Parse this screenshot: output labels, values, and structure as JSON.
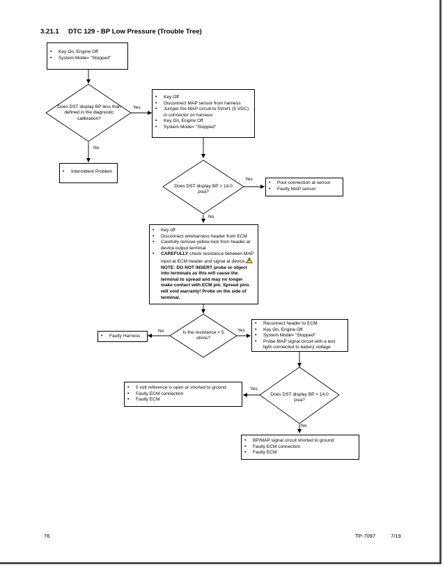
{
  "heading": {
    "number": "3.21.1",
    "title": "DTC 129 - BP Low Pressure (Trouble Tree)"
  },
  "boxes": {
    "start": [
      "Key On, Engine Off",
      "System Mode= \"Stopped\""
    ],
    "step2": [
      "Key Off",
      "Disconnect MAP sensor from harness",
      "Jumper the MAP circuit to 5Vref1 (5 VDC) in connector on harness",
      "Key On, Engine Off",
      "System Mode= \"Stopped\""
    ],
    "intermittent": [
      "Intermittent Problem"
    ],
    "poor_connection": [
      "Poor connection at sensor",
      "Faulty MAP sensor"
    ],
    "step3": {
      "plain": [
        "Key off",
        "Disconnect wireharness header from ECM",
        "Carefully remove yellow lock from header at device output terminal"
      ],
      "caution_bold": "CAREFULLY",
      "caution_text": " check resistance between MAP input at ECM header and signal at device.",
      "warning_symbol": "!",
      "note_bold": " NOTE: DO NOT INSERT probe or object into terminals as this will cause the terminal to spread and may no longer make contact with ECM pin. Spread pins will void warranty! Probe on the side of terminal."
    },
    "faulty_harness": [
      "Faulty Harness"
    ],
    "step4": [
      "Reconnect header to ECM",
      "Key On, Engine Off",
      "System Mode= \"Stopped\"",
      "Probe MAP signal circuit with a test light connected to battery voltage"
    ],
    "ref_open": [
      "5 volt reference is open or shorted to ground",
      "Faulty ECM connection",
      "Faulty ECM"
    ],
    "bp_shorted": [
      "BP/MAP signal circuit shorted to ground",
      "Faulty ECM connection",
      "Faulty ECM"
    ]
  },
  "decisions": {
    "d1": "Does DST display BP less than defined in the diagnostic calibration?",
    "d2": "Does DST display BP > 14.0 psia?",
    "d3": "Is the resistance < 5 ohms?",
    "d4": "Does DST display BP > 14.0 psia?"
  },
  "labels": {
    "d1_yes": "Yes",
    "d1_no": "No",
    "d2_yes": "Yes",
    "d2_no": "No",
    "d3_no": "No",
    "d3_yes": "Yes",
    "d4_yes": "Yes",
    "d4_no": "No"
  },
  "footer": {
    "page": "76",
    "doc": "TP-7097",
    "rev": "7/19"
  }
}
